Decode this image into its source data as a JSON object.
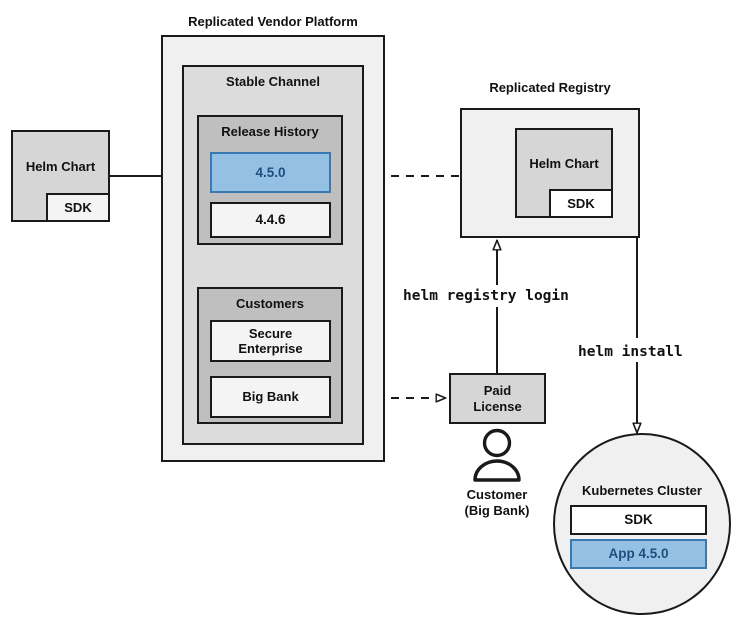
{
  "diagram": {
    "title_vendor_platform": "Replicated Vendor Platform",
    "title_registry": "Replicated Registry"
  },
  "source_chart": {
    "label": "Helm Chart",
    "sdk_label": "SDK"
  },
  "vendor_platform": {
    "channel_label": "Stable Channel",
    "release_history": {
      "label": "Release History",
      "releases": [
        {
          "version": "4.5.0",
          "highlighted": true
        },
        {
          "version": "4.4.6",
          "highlighted": false
        }
      ]
    },
    "customers": {
      "label": "Customers",
      "items": [
        {
          "name": "Secure\nEnterprise"
        },
        {
          "name": "Big Bank"
        }
      ]
    }
  },
  "registry": {
    "chart_label": "Helm Chart",
    "sdk_label": "SDK"
  },
  "license": {
    "label": "Paid\nLicense",
    "customer_caption": "Customer\n(Big Bank)"
  },
  "cluster": {
    "label": "Kubernetes Cluster",
    "components": [
      {
        "name": "SDK",
        "highlighted": false
      },
      {
        "name": "App 4.5.0",
        "highlighted": true
      }
    ]
  },
  "commands": {
    "registry_login": "helm registry login",
    "install": "helm install"
  },
  "colors": {
    "highlight_fill": "#93c0e3",
    "highlight_stroke": "#3a7ab3",
    "highlight_text": "#1d4f7c",
    "stroke": "#1a1a1a",
    "outer_fill": "#f0f0f0",
    "mid_fill": "#dcdcdc",
    "inner_fill": "#bfbfbf"
  }
}
